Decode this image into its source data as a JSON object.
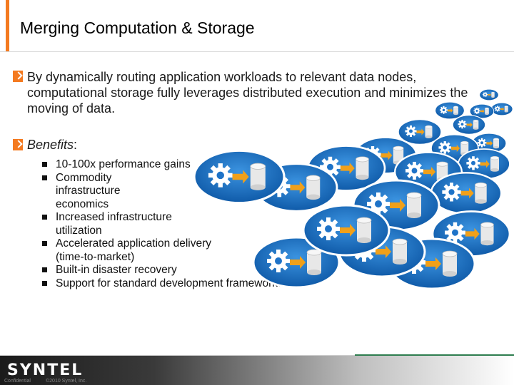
{
  "slide": {
    "title": "Merging Computation & Storage",
    "paragraph": "By dynamically routing application workloads to relevant data nodes, computational storage fully leverages distributed execution and minimizes the moving of data.",
    "benefits_label": "Benefits",
    "benefits_colon": ":",
    "benefits": [
      "10-100x performance gains",
      "Commodity infrastructure economics",
      "Increased infrastructure utilization",
      "Accelerated application delivery (time-to-market)",
      "Built-in disaster recovery",
      "Support for standard development frameworks/tools"
    ]
  },
  "illustration": {
    "icons": [
      "gear-icon",
      "arrow-icon",
      "database-icon"
    ],
    "colors": {
      "node_blue": "#1e73c8",
      "gear_white": "#ffffff",
      "arrow_orange": "#f0a01a",
      "db_gray": "#e8e8e8"
    }
  },
  "footer": {
    "logo": "SYNTEL",
    "confidential": "Confidential",
    "copyright": "©2010 Syntel, Inc."
  },
  "colors": {
    "accent": "#f47a20",
    "footer_green": "#2e7d4f"
  }
}
